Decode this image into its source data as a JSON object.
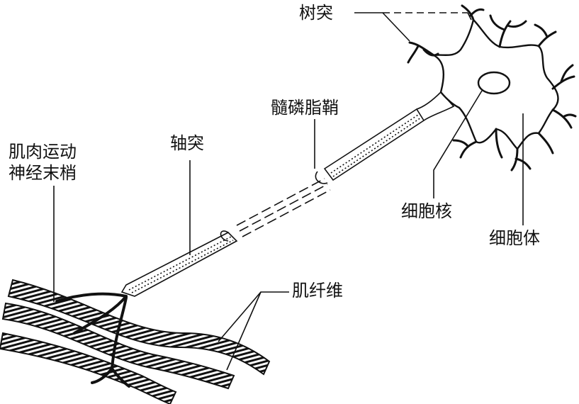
{
  "colors": {
    "ink": "#111111",
    "background": "#ffffff"
  },
  "labels": {
    "dendrite": "树突",
    "myelin_sheath": "髓磷脂鞘",
    "axon": "轴突",
    "motor_ending_line1": "肌肉运动",
    "motor_ending_line2": "神经末梢",
    "nucleus": "细胞核",
    "cell_body": "细胞体",
    "muscle_fiber": "肌纤维"
  }
}
